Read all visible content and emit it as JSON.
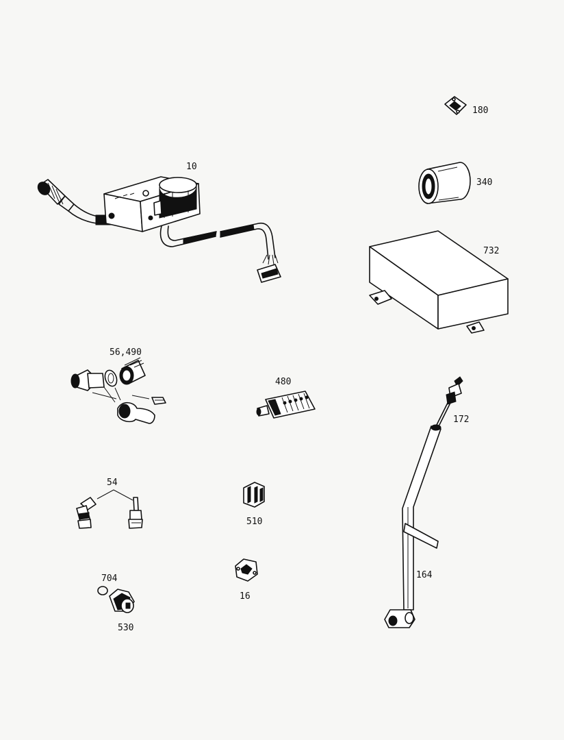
{
  "diagram": {
    "callouts": {
      "p10": "10",
      "p16": "16",
      "p54": "54",
      "p56_490": "56,490",
      "p164": "164",
      "p172": "172",
      "p180": "180",
      "p340": "340",
      "p480": "480",
      "p510": "510",
      "p530": "530",
      "p704": "704",
      "p732": "732"
    }
  }
}
